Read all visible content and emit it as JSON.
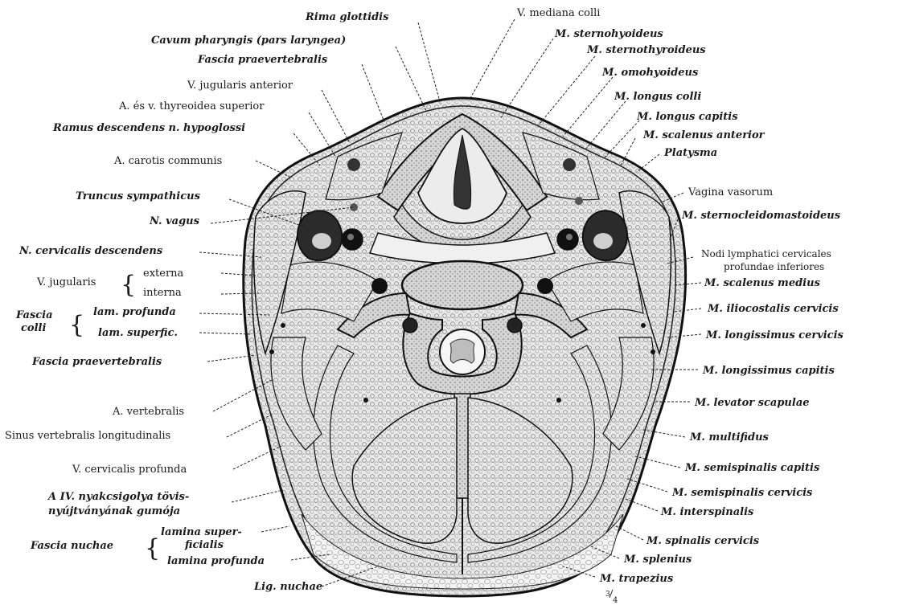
{
  "labels": {
    "rima_glottidis": "Rima glottidis",
    "v_mediana_colli": "V. mediana colli",
    "cavum_pharyngis": "Cavum pharyngis (pars laryngea)",
    "m_sternohyoideus": "M. sternohyoideus",
    "fascia_praevertebralis_top": "Fascia praevertebralis",
    "m_sternothyroideus": "M. sternothyroideus",
    "v_jugularis_anterior": "V. jugularis anterior",
    "m_omohyoideus": "M. omohyoideus",
    "a_v_thyreoidea": "A. és v. thyreoidea superior",
    "m_longus_colli": "M. longus colli",
    "ramus_descendens": "Ramus descendens n. hypoglossi",
    "m_longus_capitis": "M. longus capitis",
    "m_scalenus_anterior": "M. scalenus anterior",
    "a_carotis_communis": "A. carotis communis",
    "platysma": "Platysma",
    "truncus_sympathicus": "Truncus sympathicus",
    "vagina_vasorum": "Vagina vasorum",
    "n_vagus": "N. vagus",
    "m_sternocleidomastoideus": "M. sternocleidomastoideus",
    "n_cervicalis_descendens": "N. cervicalis descendens",
    "nodi_lymphatici_1": "Nodi lymphatici cervicales",
    "nodi_lymphatici_2": "profundae inferiores",
    "v_jugularis": "V. jugularis",
    "externa": "externa",
    "interna": "interna",
    "m_scalenus_medius": "M. scalenus medius",
    "fascia_colli_1": "Fascia",
    "fascia_colli_2": "colli",
    "lam_profunda": "lam. profunda",
    "m_iliocostalis": "M. iliocostalis cervicis",
    "lam_superfic": "lam. superfic.",
    "m_longissimus_cervicis": "M. longissimus cervicis",
    "fascia_praevertebralis_left": "Fascia praevertebralis",
    "m_longissimus_capitis": "M. longissimus capitis",
    "m_levator_scapulae": "M. levator scapulae",
    "a_vertebralis": "A. vertebralis",
    "sinus_vertebralis": "Sinus vertebralis longitudinalis",
    "m_multifidus": "M. multifidus",
    "v_cervicalis_profunda": "V. cervicalis profunda",
    "m_semispinalis_capitis": "M. semispinalis capitis",
    "nyak_1": "A IV. nyakcsigolya tövis-",
    "nyak_2": "nyújtványának gumója",
    "m_semispinalis_cervicis": "M. semispinalis cervicis",
    "m_interspinalis": "M. interspinalis",
    "fascia_nuchae": "Fascia nuchae",
    "lamina_super_1": "lamina super-",
    "lamina_super_2": "ficialis",
    "lamina_profunda": "lamina profunda",
    "m_spinalis_cervicis": "M. spinalis cervicis",
    "m_splenius": "M. splenius",
    "lig_nuchae": "Lig. nuchae",
    "m_trapezius": "M. trapezius",
    "scale_num": "3",
    "scale_den": "4"
  }
}
